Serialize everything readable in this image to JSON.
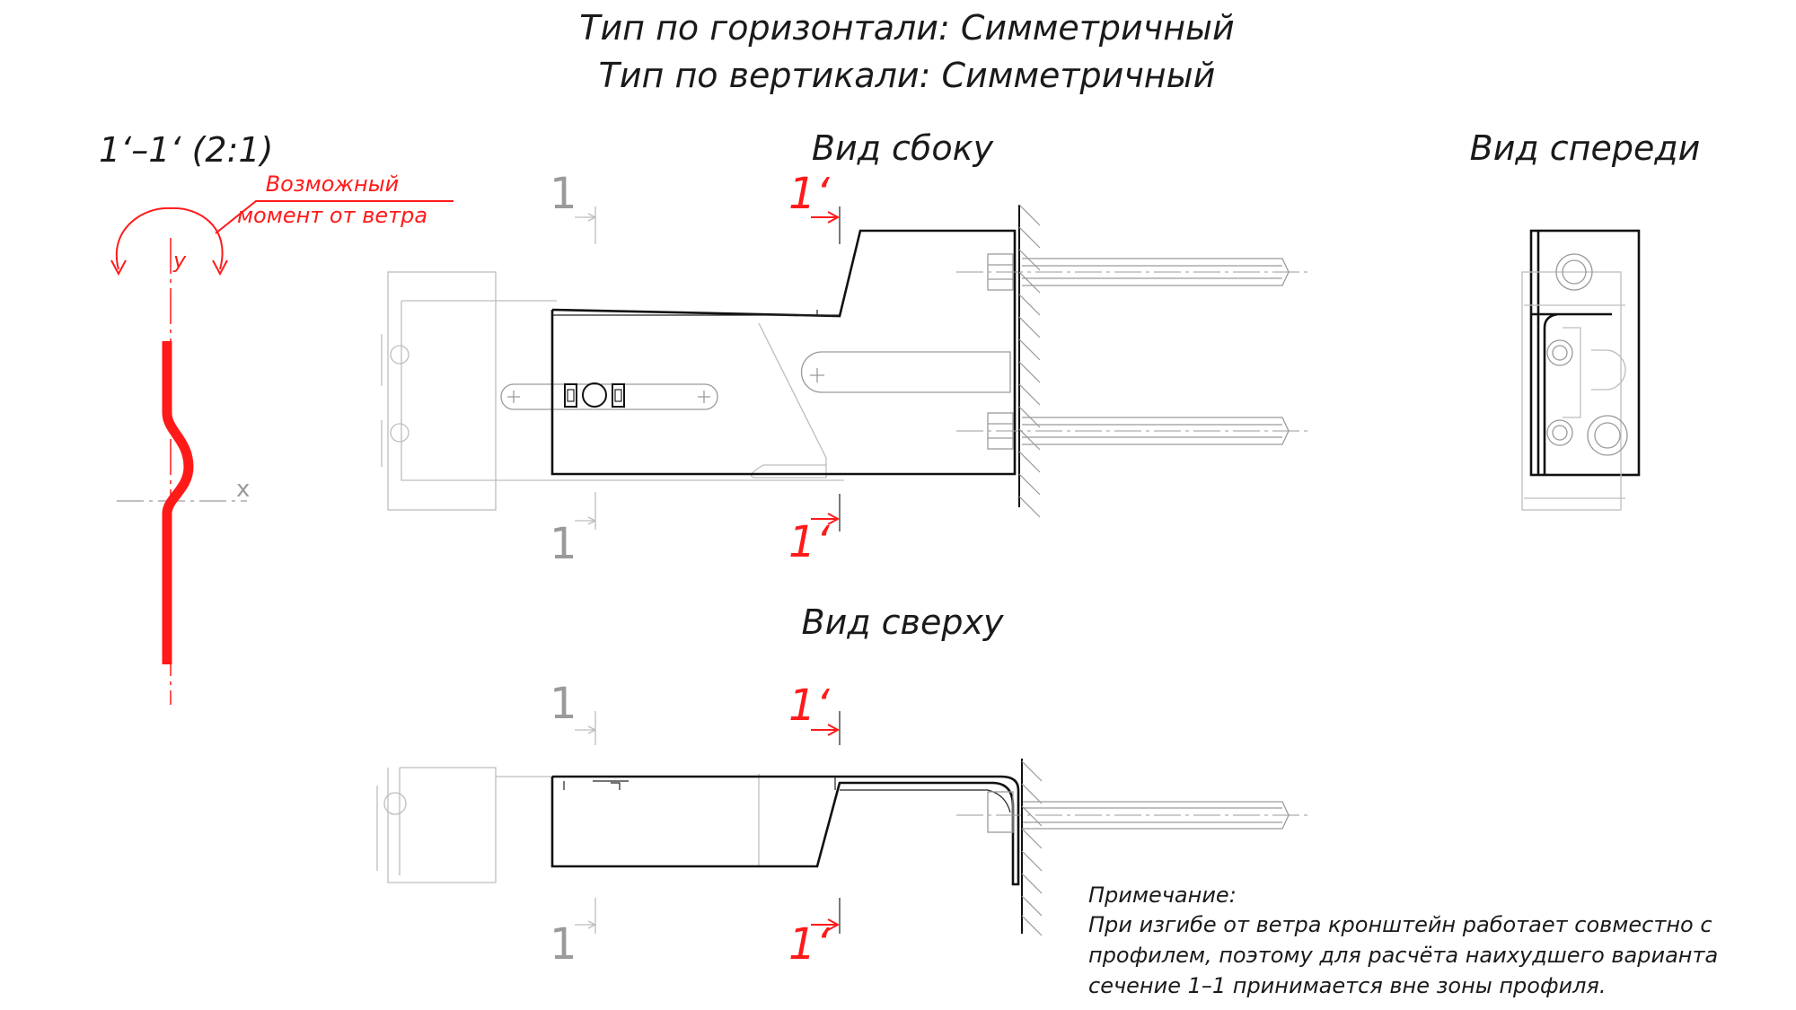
{
  "header": {
    "line1": "Тип по горизонтали: Симметричный",
    "line2": "Тип по вертикали: Симметричный"
  },
  "section": {
    "title": "1‘–1‘ (2:1)",
    "moment_line1": "Возможный",
    "moment_line2": "момент от ветра",
    "axis_y": "y",
    "axis_x": "x"
  },
  "views": {
    "side": "Вид сбоку",
    "front": "Вид спереди",
    "top": "Вид сверху"
  },
  "cut_marks": {
    "gray": "1",
    "red": "1‘"
  },
  "note": {
    "heading": "Примечание:",
    "line1": "При изгибе от ветра кронштейн работает совместно с",
    "line2": "профилем, поэтому для расчёта наихудшего варианта",
    "line3": "сечение 1–1 принимается вне зоны профиля."
  },
  "colors": {
    "line": "#111111",
    "accent": "#ff1a1a",
    "secondary": "#9a9a9a"
  }
}
